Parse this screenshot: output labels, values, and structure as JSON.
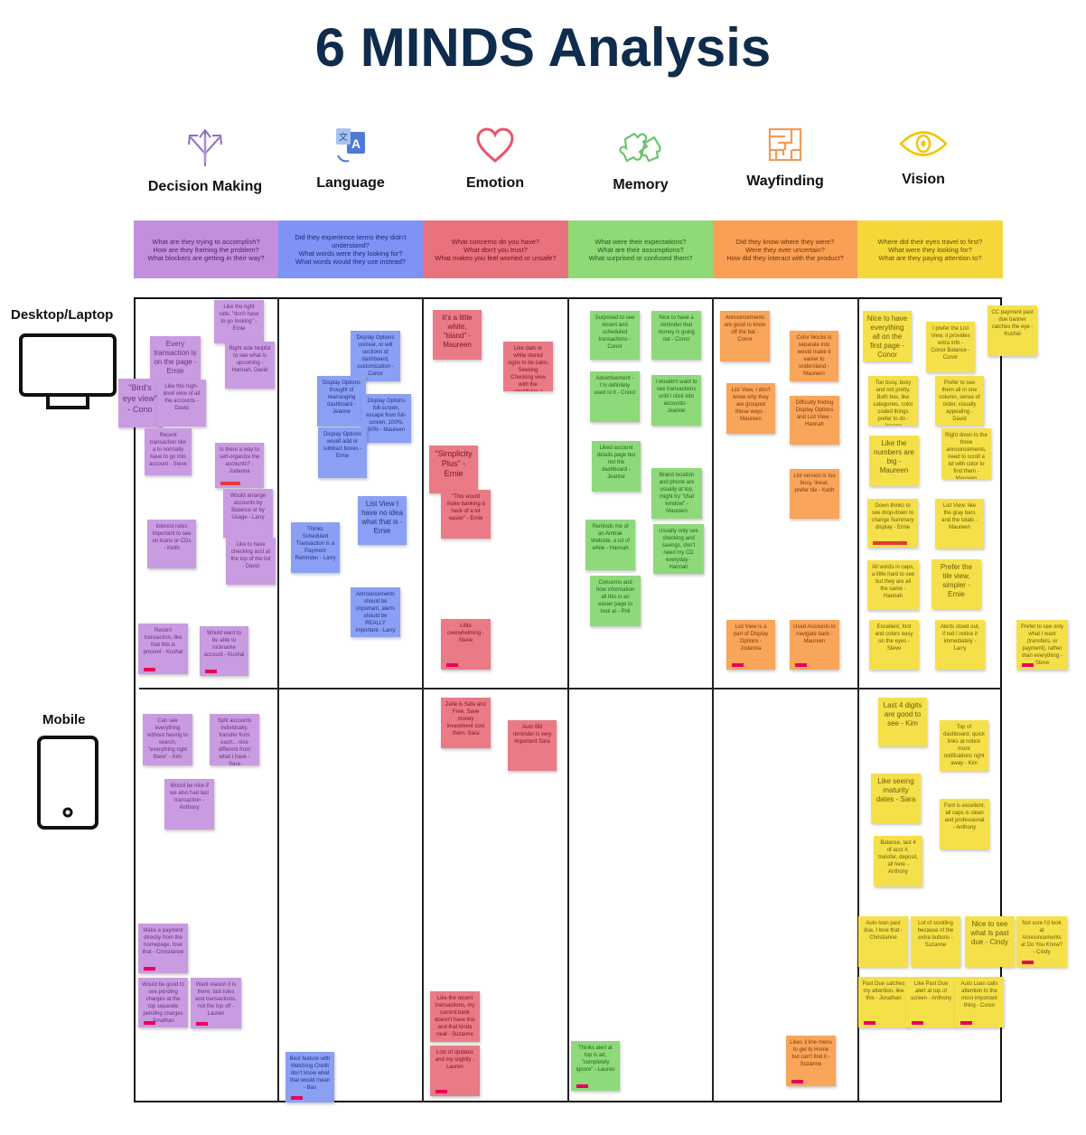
{
  "title": "6 MINDS Analysis",
  "colors": {
    "decision": "#c38fdc",
    "language": "#7e93f5",
    "emotion": "#e9727e",
    "memory": "#8fd977",
    "wayfinding": "#f9a055",
    "vision": "#f6d73a"
  },
  "columns": [
    {
      "key": "decision",
      "name": "Decision Making",
      "icon": "arrows-split-icon",
      "questions": [
        "What are they trying to accomplish?",
        "How are they framing the problem?",
        "What blockers are getting in their way?"
      ]
    },
    {
      "key": "language",
      "name": "Language",
      "icon": "translate-icon",
      "questions": [
        "Did they experience terms they didn't understand?",
        "What words were they looking for?",
        "What words would they use instead?"
      ]
    },
    {
      "key": "emotion",
      "name": "Emotion",
      "icon": "heart-icon",
      "questions": [
        "What concerns do you have?",
        "What don't you trust?",
        "What makes you feel worried or unsafe?"
      ]
    },
    {
      "key": "memory",
      "name": "Memory",
      "icon": "puzzle-icon",
      "questions": [
        "What were their expectations?",
        "What are their assumptions?",
        "What surprised or confused them?"
      ]
    },
    {
      "key": "wayfinding",
      "name": "Wayfinding",
      "icon": "maze-icon",
      "questions": [
        "Did they know where they were?",
        "Were they ever uncertain?",
        "How did they interact with the product?"
      ]
    },
    {
      "key": "vision",
      "name": "Vision",
      "icon": "eye-icon",
      "questions": [
        "Where did their eyes travel to first?",
        "What were they looking for?",
        "What are they paying attention to?"
      ]
    }
  ],
  "rows": {
    "desktop": "Desktop/Laptop",
    "mobile": "Mobile"
  },
  "notes": {
    "d1": "Like the right side, \"don't have to go looking\" - Ernie",
    "d2": "Every transaction is on the page - Ernie",
    "d3": "Right side helpful to see what is upcoming - Hannah, David",
    "d4": "\"Bird's eye view\" - Cono",
    "d5": "Like this high-level view of all the accounts - David",
    "d6": "Recent transaction like a to normally have to go into account - Steve",
    "d7": "Is there a way to self-organize the accounts? - Jodanna",
    "d8": "Would arrange accounts by Balance or by Usage - Larry",
    "d9": "Interest rates important to see on loans or CDs - Keith",
    "d10": "Like to have checking acct at the top of the list - David",
    "d11": "Recent transaction, like that this is present - Kushal",
    "d12": "Would want to be able to nickname account - Kushal",
    "l1": "Display Options unclear, or will sections of dashboard, customization - Conor",
    "l2": "Display Options thought of rearranging dashboard - Jeanne",
    "l3": "Display Options full-screen, escape from full-screen, 100%, 50% - Maureen",
    "l4": "Display Options would add or subtract boxes - Ernie",
    "l5": "List View I have no idea what that is - Ernie",
    "l6": "Thinks Scheduled Transaction is a Payment Reminder - Larry",
    "l7": "Announcements should be important, alerts should be REALLY important - Larry",
    "e1": "It's a little white, \"bland\" - Maureen",
    "e2": "Like dark or white stored signs to be calm, Seeking Checking view with the amplifying a potential problem - Larry",
    "e3": "\"Simplicity Plus\" - Ernie",
    "e4": "\"This would make banking a heck of a lot easier\" - Ernie",
    "e5": "Little overwhelming - Steve",
    "m1": "Surprised to see recent and scheduled transactions - Conor",
    "m2": "Nice to have a reminder that money is going out - Conor",
    "m3": "Advertisement - I'm definitely used to it - Conor",
    "m4": "I wouldn't want to see transactions until I click into accounts - Jeanne",
    "m5": "Liked account details page but not the dashboard - Jeanne",
    "m6": "Brand location and phone are usually at top, might try \"chat window\" - Maureen",
    "m7": "Reminds me of an Amtrak Website, a lot of white - Hannah",
    "m8": "Usually only see checking and savings, don't need my CD everyday - Hannah",
    "m9": "Concerns and how information all this is an easier page to look at - Phil",
    "w1": "Announcements are good to know off the bat - Conor",
    "w2": "Color blocks is separate into would make it easier to understand - Maureen",
    "w3": "List View, I don't know why they are grouped these ways - Maureen",
    "w4": "Difficulty finding Display Options and List View - Hannah",
    "w5": "List version is too busy, linear, prefer tile - Keith",
    "w6": "List View is a part of Display Options - Jodanna",
    "w7": "Used Accounts to navigate back - Maureen",
    "v1": "Nice to have everything all on the first page - Conor",
    "v2": "I prefer the List View, it provides extra info - Conor Balance - Conor",
    "v3": "CC payment past due banner catches the eye - Kushal",
    "v4": "Too busy, boxy and not pretty. Both box, like categories, color coded things prefer to do - Jeanne",
    "v5": "Prefer to see them all in one column, sense of order, visually appealing - David",
    "v6": "Like the numbers are big - Maureen",
    "v7": "Right down to the three announcements, need to scroll a lot with color to find them - Maureen",
    "v8": "Down thinks to see drop-down to change Summary display - Ernie",
    "v9": "List View: like the gray bars and the totals - Maureen",
    "v10": "All words in caps, a little hard to see but they are all the same - Hannah",
    "v11": "Prefer the tile view, simpler - Ernie",
    "v12": "Excellent, font and colors easy on the eyes - Steve",
    "v13": "Alerts stood out, if red I notice it immediately - Larry",
    "v14": "Prefer to see only what I want (transfers, or payment), rather than everything - Steve",
    "dm1": "Can see everything without having to search, \"everything right there\" - Kim",
    "dm2": "Split accounts individually, transfer from each... nice different from what I have - Sara",
    "dm3": "Would be nice if we also had last transaction - Anthony",
    "dm4": "Make a payment directly from the homepage, love that - Christianne",
    "dm5": "Would be good to see pending charges at the top separate pending charges Jonathan",
    "dm6": "Want reason it is there, last roles and transactions, not the top off - Lauren",
    "lm1": "Best feature with Matching Credit don't know what that would mean - Bas",
    "em1": "Zelle is Safe and Free, Save money investment cost them. Sara",
    "em2": "Auto Bill reminder is very important Sara",
    "em3": "Like the recent transactions, my current bank doesn't have this and that kinda neat - Suzanne",
    "em4": "Lots of updates and my slightly - Lauren",
    "mm1": "Thinks alert at top is ad, \"completely ignore\" - Lauren",
    "wm1": "Likes 3 line menu to get to Home but can't find it - Suzanne",
    "vm1": "Last 4 digits are good to see - Kim",
    "vm2": "Top of dashboard, quick links at notice more notifications right away - Kim",
    "vm3": "Like seeing maturity dates - Sara",
    "vm4": "Font is excellent, all caps is clean and professional - Anthony",
    "vm5": "Balance, last 4 of acct #, transfer, deposit, all here - Anthony",
    "vm6": "Auto loan past due, I love that - Christianne",
    "vm7": "Lot of scrolling because of the extra buttons - Suzanne",
    "vm8": "Nice to see what is past due - Cindy",
    "vm9": "Not sure I'd look at Announcements at Do You Know? - Cindy",
    "vm10": "Past Due catches my attention, like this - Jonathan",
    "vm11": "Like Past Due alert at top of screen - Anthony",
    "vm12": "Auto Loan calls attention to the most important thing - Conor"
  }
}
